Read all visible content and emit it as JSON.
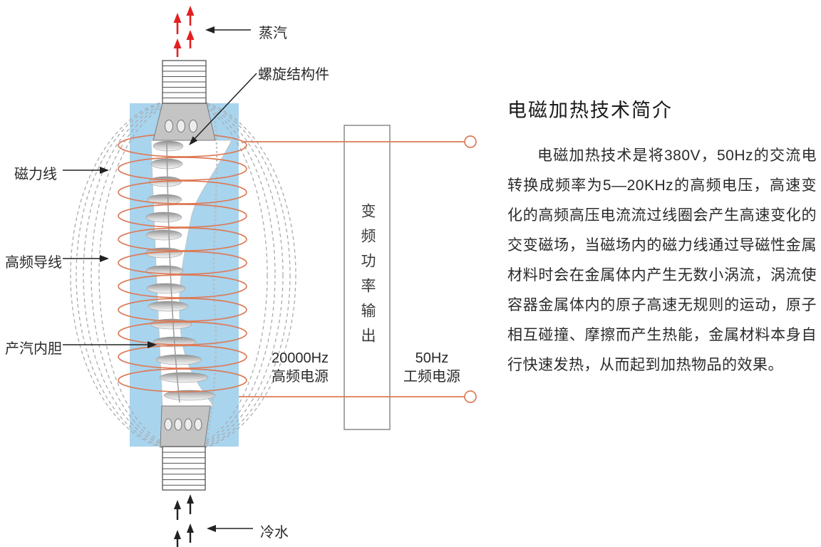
{
  "title": "电磁加热技术简介",
  "description": "电磁加热技术是将380V，50Hz的交流电转换成频率为5—20KHz的高频电压，高速变化的高频高压电流流过线圈会产生高速变化的交变磁场，当磁场内的磁力线通过导磁性金属材料时会在金属体内产生无数小涡流，涡流使容器金属体内的原子高速无规则的运动，原子相互碰撞、摩擦而产生热能，金属材料本身自行快速发热，从而起到加热物品的效果。",
  "diagram": {
    "labels": {
      "steam": "蒸汽",
      "spiral_structure": "螺旋结构件",
      "magnetic_field_line": "磁力线",
      "high_freq_wire": "高频导线",
      "steam_liner": "产汽内胆",
      "cold_water": "冷水",
      "converter_box": "变频功率输出",
      "high_freq_power": {
        "freq": "20000Hz",
        "name": "高频电源"
      },
      "mains_power": {
        "freq": "50Hz",
        "name": "工频电源"
      }
    },
    "colors": {
      "tank_blue": "#a8d4ee",
      "coil_orange": "#dd7a57",
      "steam_arrow_red": "#e32020",
      "field_line_gray": "#a8acaf"
    }
  }
}
